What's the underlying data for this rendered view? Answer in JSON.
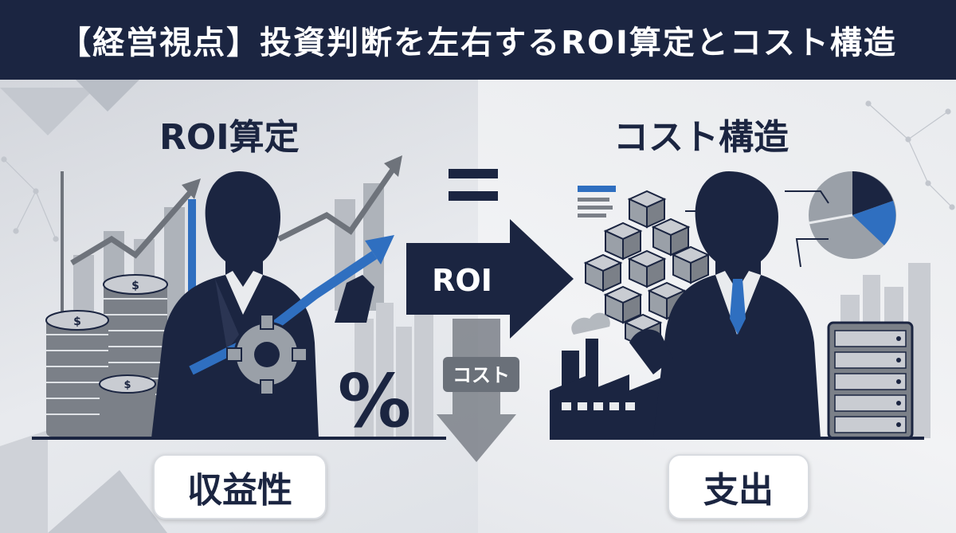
{
  "title": "【経営視点】投資判断を左右するROI算定とコスト構造",
  "left_panel": {
    "heading": "ROI算定",
    "label": "収益性"
  },
  "right_panel": {
    "heading": "コスト構造",
    "label": "支出"
  },
  "center": {
    "equals_symbol": "=",
    "arrow_label": "ROI",
    "down_arrow_label": "コスト"
  },
  "percent_symbol": "%",
  "dollar_symbol": "$",
  "colors": {
    "navy": "#1b2541",
    "accent_blue": "#2f6fc0",
    "gray": "#7b8088",
    "light_gray": "#c7cbd1"
  },
  "icons": [
    "coin-stack-icon",
    "gear-icon",
    "trend-arrow-icon",
    "percent-icon",
    "cube-stack-icon",
    "factory-icon",
    "server-rack-icon",
    "pie-chart-icon",
    "bar-list-icon",
    "businessman-silhouette"
  ]
}
